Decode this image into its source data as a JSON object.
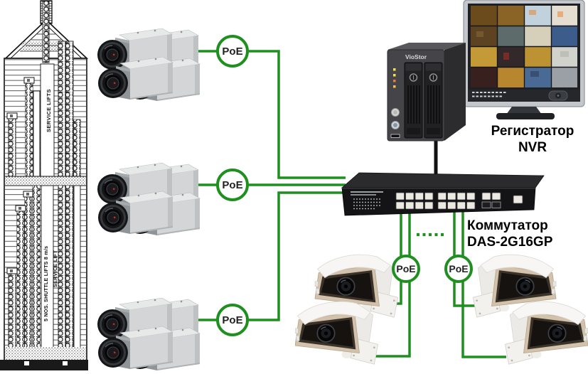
{
  "building": {
    "service_lifts_label": "SERVICE LIFTS",
    "shuttle_lifts_label": "5 NOS. SHUTTLE LIFTS 8 m/s",
    "service_lift_label": "SERVICE LIFT"
  },
  "poe": {
    "label": "PoE"
  },
  "nvr": {
    "brand": "VioStor",
    "label_line1": "Регистратор",
    "label_line2": "NVR"
  },
  "switch": {
    "label_line1": "Коммутатор",
    "label_line2": "DAS-2G16GP"
  },
  "monitor": {
    "camera_feed_count": 16
  },
  "colors": {
    "connection_green": "#1f8f1f",
    "cable_black": "#111111",
    "poe_ring_green": "#1f8f1f"
  }
}
